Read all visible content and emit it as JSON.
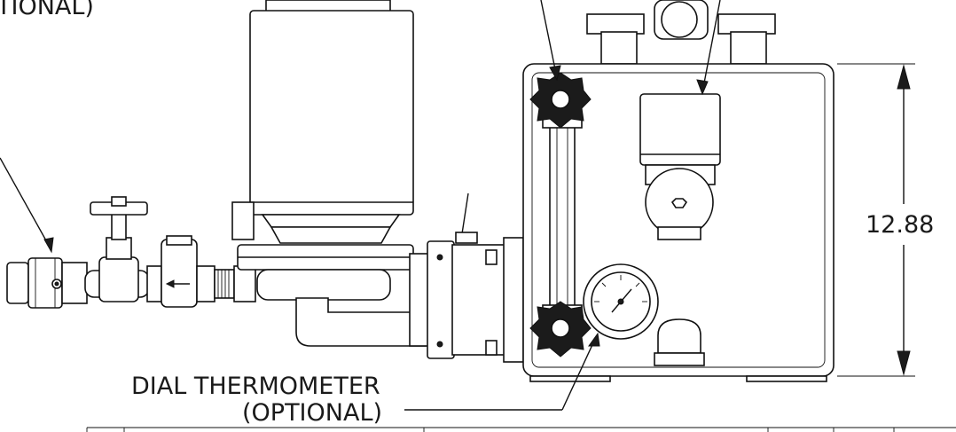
{
  "labels": {
    "top_left_fragment": "TIONAL)",
    "dial_line1": "DIAL THERMOMETER",
    "dial_line2": "(OPTIONAL)",
    "dimension": "12.88"
  },
  "colors": {
    "line": "#111111",
    "background": "#ffffff"
  }
}
